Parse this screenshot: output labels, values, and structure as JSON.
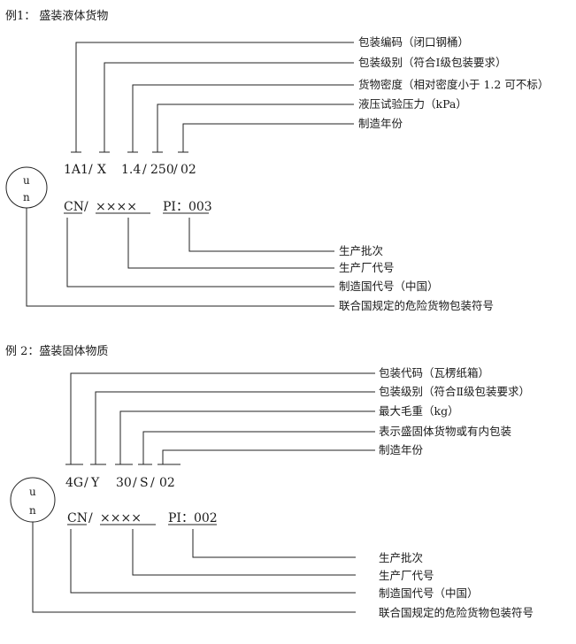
{
  "example1": {
    "title": "例1： 盛装液体货物",
    "annotations": {
      "pkg_code": "包装编码（闭口钢桶）",
      "pkg_level": "包装级别（符合Ⅰ级包装要求）",
      "density": "货物密度（相对密度小于 1.2 可不标）",
      "pressure": "液压试验压力（kPa）",
      "year": "制造年份",
      "batch": "生产批次",
      "factory": "生产厂代号",
      "country": "制造国代号（中国）",
      "un_symbol": "联合国规定的危险货物包装符号"
    },
    "code": {
      "c1": "1A1",
      "s1": "/",
      "c2": "X",
      "c3": "1.4",
      "s2": "/",
      "c4": "250",
      "s3": "/",
      "c5": "02"
    },
    "code2": {
      "cn": "CN",
      "slash": "/",
      "xs": "××××",
      "pi": "PI：003"
    },
    "un": {
      "u": "u",
      "n": "n"
    }
  },
  "example2": {
    "title": "例 2：盛装固体物质",
    "annotations": {
      "pkg_code": "包装代码（瓦楞纸箱）",
      "pkg_level": "包装级别（符合Ⅱ级包装要求）",
      "gross": "最大毛重（kg）",
      "solid": "表示盛固体货物或有内包装",
      "year": "制造年份",
      "batch": "生产批次",
      "factory": "生产厂代号",
      "country": "制造国代号（中国）",
      "un_symbol": "联合国规定的危险货物包装符号"
    },
    "code": {
      "c1": "4G",
      "s1": "/",
      "c2": "Y",
      "c3": "30",
      "s2": "/",
      "c4": "S",
      "s3": "/",
      "c5": "02"
    },
    "code2": {
      "cn": "CN",
      "slash": "/",
      "xs": "××××",
      "pi": "PI：002"
    },
    "un": {
      "u": "u",
      "n": "n"
    }
  }
}
